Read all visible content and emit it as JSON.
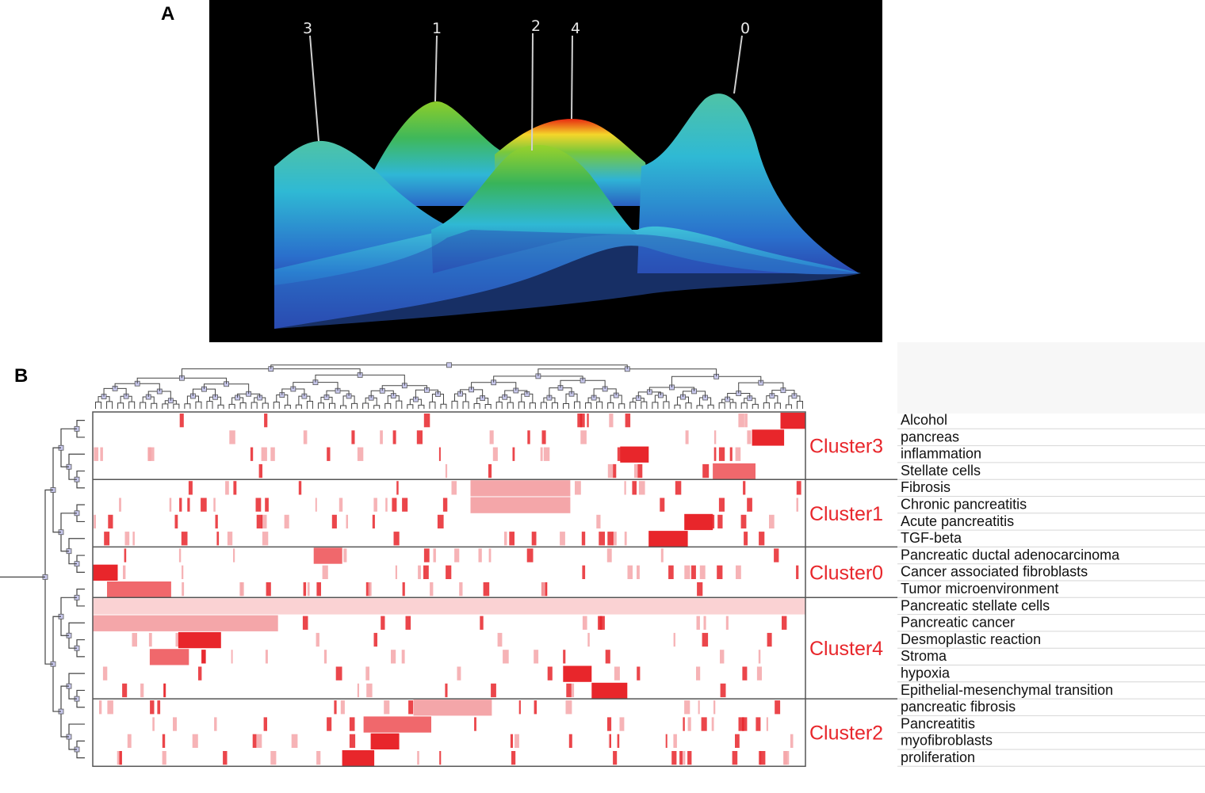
{
  "figure": {
    "panel_a_label": "A",
    "panel_b_label": "B"
  },
  "panel_a": {
    "peaks": [
      "3",
      "1",
      "2",
      "4",
      "0"
    ]
  },
  "panel_b": {
    "colors": {
      "strong": "#e8262b",
      "medium": "#f0686c",
      "light": "#f4a6a9",
      "pale": "#fad2d3"
    },
    "clusters": [
      {
        "label": "Cluster3",
        "terms": [
          "Alcohol",
          "pancreas",
          "inflammation",
          "Stellate cells"
        ]
      },
      {
        "label": "Cluster1",
        "terms": [
          "Fibrosis",
          "Chronic pancreatitis",
          "Acute pancreatitis",
          "TGF-beta"
        ]
      },
      {
        "label": "Cluster0",
        "terms": [
          "Pancreatic ductal adenocarcinoma",
          "Cancer associated fibroblasts",
          "Tumor microenvironment"
        ]
      },
      {
        "label": "Cluster4",
        "terms": [
          "Pancreatic stellate cells",
          "Pancreatic cancer",
          "Desmoplastic reaction",
          "Stroma",
          "hypoxia",
          "Epithelial-mesenchymal transition"
        ]
      },
      {
        "label": "Cluster2",
        "terms": [
          "pancreatic fibrosis",
          "Pancreatitis",
          "myofibroblasts",
          "proliferation"
        ]
      }
    ]
  }
}
